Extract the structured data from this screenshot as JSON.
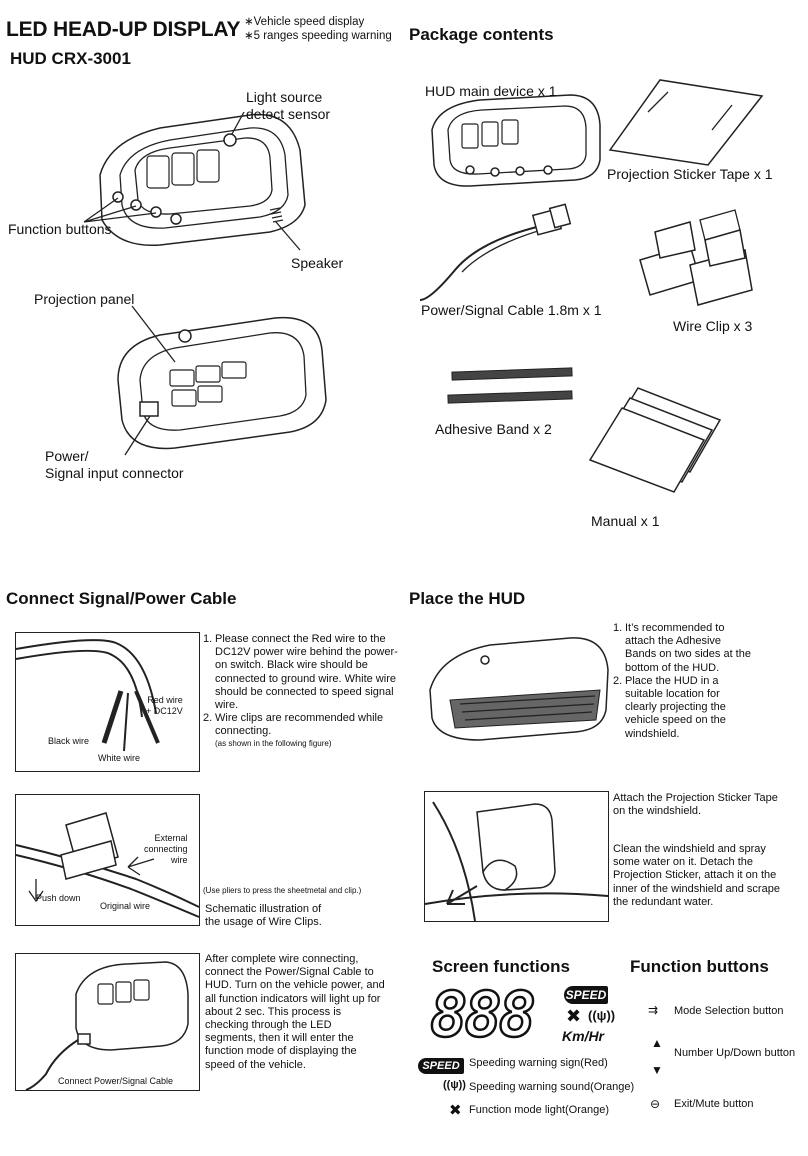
{
  "header": {
    "title": "LED HEAD-UP DISPLAY",
    "model": "HUD CRX-3001",
    "features": [
      "∗Vehicle speed display",
      "∗5 ranges speeding warning"
    ]
  },
  "device_labels": {
    "light_sensor": [
      "Light source",
      "detect sensor"
    ],
    "function_buttons": "Function buttons",
    "speaker": "Speaker",
    "projection_panel": "Projection panel",
    "power_connector": [
      "Power/",
      "Signal input connector"
    ]
  },
  "package": {
    "title": "Package contents",
    "items": {
      "hud": "HUD main device x 1",
      "sticker": "Projection Sticker Tape x 1",
      "cable": "Power/Signal Cable 1.8m x 1",
      "clip": "Wire Clip x 3",
      "band": "Adhesive Band x 2",
      "manual": "Manual x 1"
    }
  },
  "connect": {
    "title": "Connect Signal/Power Cable",
    "wire_labels": {
      "red": [
        "Red wire",
        "+ DC12V"
      ],
      "black": "Black wire",
      "white": "White wire"
    },
    "steps": [
      "Please connect the Red wire to the DC12V power wire behind the power-on switch. Black wire should be connected to ground wire. White wire should be connected to speed signal wire.",
      "Wire clips are recommended while connecting."
    ],
    "step_note": "(as shown in the following figure)",
    "clip_labels": {
      "external": [
        "External",
        "connecting",
        "wire"
      ],
      "push": "Push down",
      "original": "Original wire"
    },
    "pliers_note": "(Use pliers to press the sheetmetal and clip.)",
    "clip_caption": "Schematic illustration of the usage of Wire Clips.",
    "connect_caption": "Connect Power/Signal Cable",
    "power_on_text": "After complete wire connecting, connect the Power/Signal Cable to HUD. Turn on the vehicle power, and all function indicators will light up for about 2 sec. This process is checking through the LED segments, then it will enter the function mode of displaying the speed of the vehicle."
  },
  "place": {
    "title": "Place the HUD",
    "steps": [
      "It’s recommended to attach the Adhesive Bands on two sides at the bottom of the HUD.",
      "Place the HUD in a suitable location for clearly projecting the vehicle speed on the windshield."
    ],
    "sticker_title": "Attach the Projection Sticker Tape on the windshield.",
    "sticker_text": "Clean the windshield and spray some water on it. Detach the Projection Sticker, attach it on the inner of the windshield and scrape the redundant water."
  },
  "screen": {
    "title": "Screen functions",
    "digits": "888",
    "speed_badge": "SPEED",
    "unit": "Km/Hr",
    "legend": [
      "Speeding warning sign(Red)",
      "Speeding warning sound(Orange)",
      "Function mode light(Orange)"
    ]
  },
  "buttons": {
    "title": "Function buttons",
    "items": [
      "Mode Selection button",
      "Number Up/Down button",
      "Exit/Mute button"
    ]
  }
}
